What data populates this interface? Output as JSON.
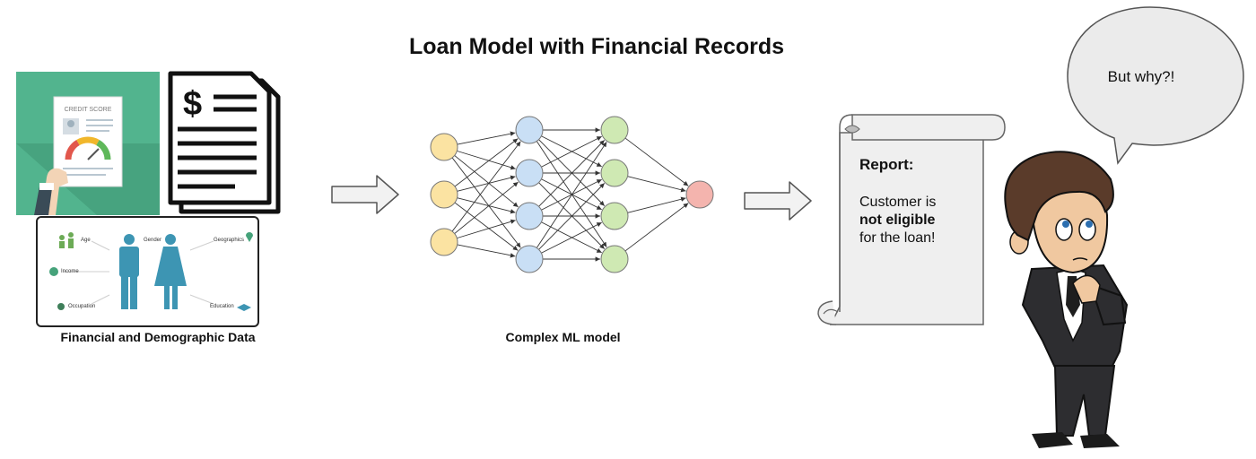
{
  "title": "Loan Model with Financial Records",
  "inputs": {
    "caption": "Financial and Demographic Data",
    "credit_card": {
      "label": "CREDIT SCORE"
    },
    "invoice": {
      "symbol": "$"
    },
    "demographics": {
      "labels": [
        "Age",
        "Gender",
        "Geographics",
        "Income",
        "Occupation",
        "Education"
      ]
    }
  },
  "model": {
    "caption": "Complex ML model",
    "layers": [
      {
        "count": 3,
        "color": "#fbe3a2"
      },
      {
        "count": 4,
        "color": "#c9dff5"
      },
      {
        "count": 4,
        "color": "#cfe9b3"
      },
      {
        "count": 1,
        "color": "#f4b4ae"
      }
    ]
  },
  "report": {
    "heading": "Report:",
    "line1": "Customer is",
    "line2": "not eligible",
    "line3": "for the loan!"
  },
  "speech_bubble": {
    "text": "But why?!"
  },
  "colors": {
    "credit_tile_bg": "#52b48e",
    "demo_figures": "#3d95b3",
    "arrow_fill": "#f2f2f2",
    "scroll_fill": "#efefef"
  }
}
